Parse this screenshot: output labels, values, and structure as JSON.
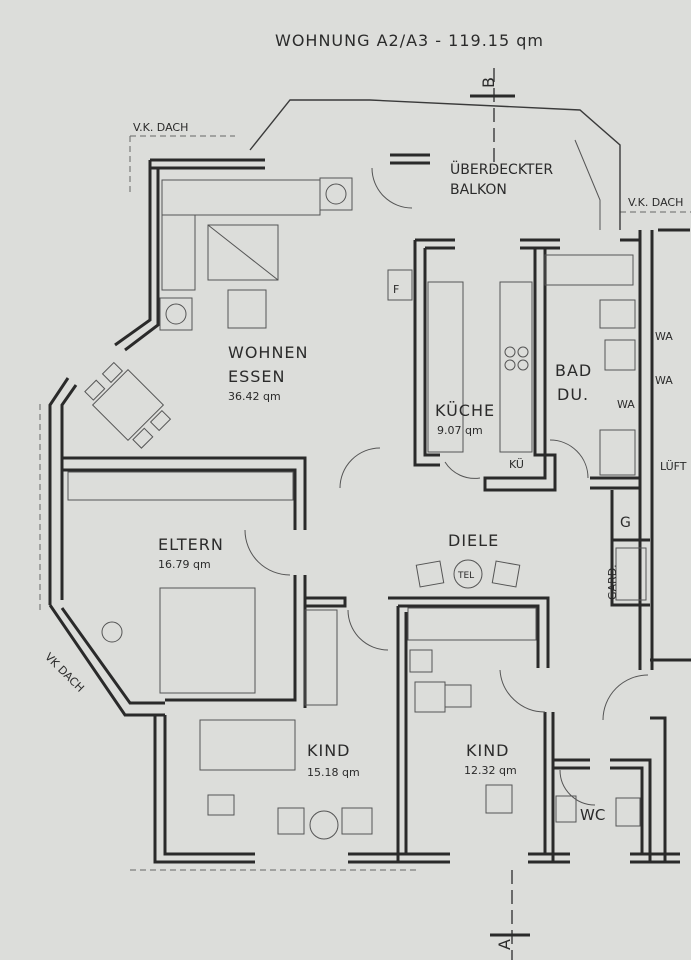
{
  "title": "WOHNUNG A2/A3 - 119.15 qm",
  "section_marks": {
    "b": "B",
    "a": "A"
  },
  "annotations": {
    "vk_dach_top": "V.K. DACH",
    "vk_dach_right": "V.K. DACH",
    "vk_dach_left": "VK DACH",
    "balkon_line1": "ÜBERDECKTER",
    "balkon_line2": "BALKON"
  },
  "rooms": {
    "wohnen": {
      "name1": "WOHNEN",
      "name2": "ESSEN",
      "area": "36.42 qm"
    },
    "kueche": {
      "name": "KÜCHE",
      "area": "9.07 qm"
    },
    "bad": {
      "name1": "BAD",
      "name2": "DU."
    },
    "eltern": {
      "name": "ELTERN",
      "area": "16.79 qm"
    },
    "diele": {
      "name": "DIELE"
    },
    "kind1": {
      "name": "KIND",
      "area": "15.18 qm"
    },
    "kind2": {
      "name": "KIND",
      "area": "12.32 qm"
    },
    "wc": {
      "name": "WC"
    },
    "garderobe": {
      "name": "GARD."
    }
  },
  "fixtures": {
    "fireplace": "F",
    "kue": "KÜ",
    "wa1": "WA",
    "wa2": "WA",
    "wa3": "WA",
    "luft": "LÜFT",
    "g": "G",
    "tel": "TEL"
  }
}
